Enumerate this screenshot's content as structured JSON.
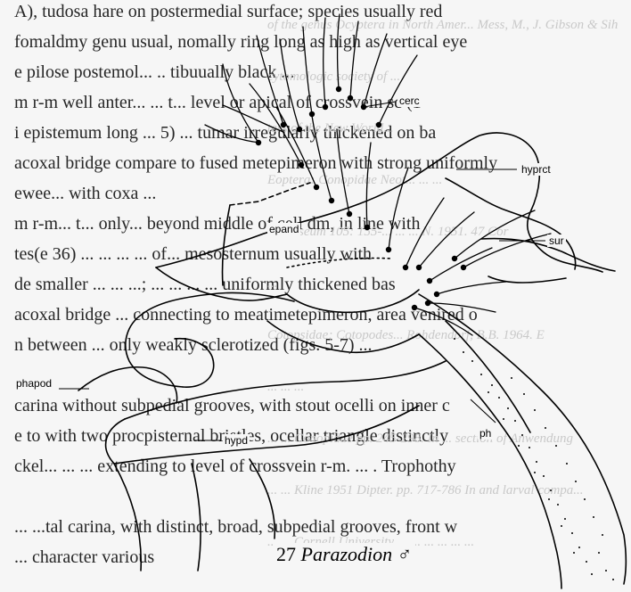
{
  "background_text": [
    "A), tudosa hare on postermedial surface; species usually red",
    "fomaldmy genu usual, nomally ring long as high as vertical eye",
    "e pilose postemol...  .. tibuually black ...",
    "m r-m well anter...  ... t... level or apical of crossvein sc (1",
    "i epistemum long ... 5) ... tumar irregularly thickened on ba",
    "acoxal bridge compare to fused metepimeron with strong uniformly",
    "ewee... with coxa ...",
    "m r-m... t... only... beyond middle of cell dm, in line with",
    "tes(e 36) ... ... ... ... of... mesosternum usually with",
    "de smaller ... ... ...; ... ... ... ... uniformly thickened bas",
    "acoxal bridge ... connecting to meatimetepimeron, area venired o",
    "n between ... only weakly sclerotized (figs. 5-7) ...",
    "",
    "carina without subpedial grooves, with stout ocelli on inner c",
    "e to with two procpisternal bristles, ocellar triangle distinctly",
    "ckel... ... ... extending to level of crossvein r-m. ...  . Trophothy",
    "",
    "...  ...tal carina, with distinct, broad, subpedial grooves, front w",
    "... character various"
  ],
  "faint_text": [
    "of the genus Ocyptera in North Amer...   Mess, M., J. Gibson & Sih",
    "cytomologic society of ...",
    "ters of the New World...",
    "Eoptera: Conopidae Neot...  ...  ...",
    "n. Museum 105: 155-...    ...  ...  N. 1951. 47 Cor",
    "...",
    "Cotopsidae; Cotopodes...    Rohdendorf, B.B. 1964. E",
    "...  ...  ...",
    "  ... ...  Conopidae pp. 245-298. In ...    section of Anwendung",
    "...  ...  Kline 1951  Dipter. pp. 717-786 In    and larval compa...",
    "...  ... Cornell University ... ... ...  ...   ... ..."
  ],
  "labels": {
    "cerc": "cerc",
    "hyprct": "hyprct",
    "epand": "epand",
    "sur": "sur",
    "phapod": "phapod",
    "hypd": "hypd",
    "ph": "ph"
  },
  "caption": {
    "number": "27",
    "genus": "Parazodion",
    "sex": "♂"
  }
}
